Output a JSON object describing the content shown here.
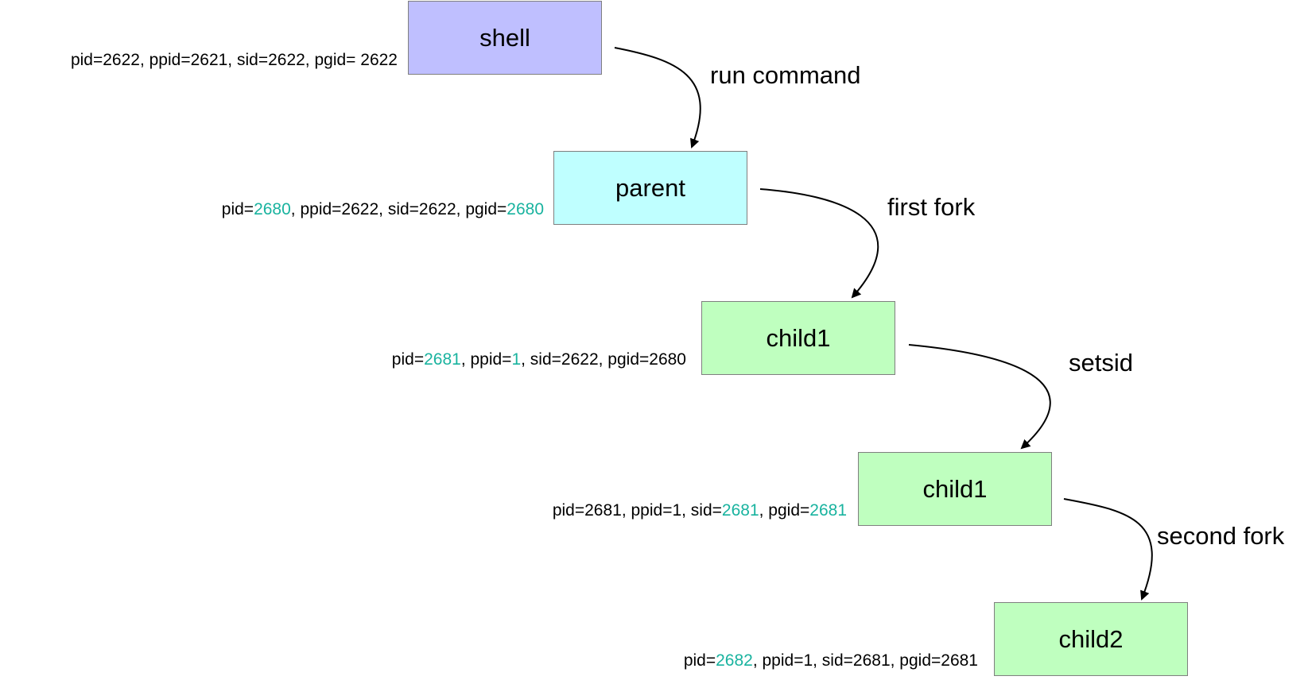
{
  "colors": {
    "shell_fill": "#bfbfff",
    "parent_fill": "#bfffff",
    "child_fill": "#bfffbf",
    "border": "#7f7f7f",
    "highlight": "#19b39f",
    "edge": "#000000"
  },
  "nodes": [
    {
      "label": "shell",
      "ids": [
        {
          "text": "pid=2622, ppid=2621, sid=2622, pgid= 2622",
          "hl": false
        }
      ]
    },
    {
      "label": "parent",
      "ids": [
        {
          "text": "pid=",
          "hl": false
        },
        {
          "text": "2680",
          "hl": true
        },
        {
          "text": ", ppid=2622, sid=2622, pgid=",
          "hl": false
        },
        {
          "text": "2680",
          "hl": true
        }
      ]
    },
    {
      "label": "child1",
      "ids": [
        {
          "text": "pid=",
          "hl": false
        },
        {
          "text": "2681",
          "hl": true
        },
        {
          "text": ", ppid=",
          "hl": false
        },
        {
          "text": "1",
          "hl": true
        },
        {
          "text": ", sid=2622, pgid=2680",
          "hl": false
        }
      ]
    },
    {
      "label": "child1",
      "ids": [
        {
          "text": "pid=2681, ppid=1, sid=",
          "hl": false
        },
        {
          "text": "2681",
          "hl": true
        },
        {
          "text": ", pgid=",
          "hl": false
        },
        {
          "text": "2681",
          "hl": true
        }
      ]
    },
    {
      "label": "child2",
      "ids": [
        {
          "text": "pid=",
          "hl": false
        },
        {
          "text": "2682",
          "hl": true
        },
        {
          "text": ", ppid=1, sid=2681, pgid=2681",
          "hl": false
        }
      ]
    }
  ],
  "edges": [
    {
      "label": "run command"
    },
    {
      "label": "first fork"
    },
    {
      "label": "setsid"
    },
    {
      "label": "second fork"
    }
  ]
}
